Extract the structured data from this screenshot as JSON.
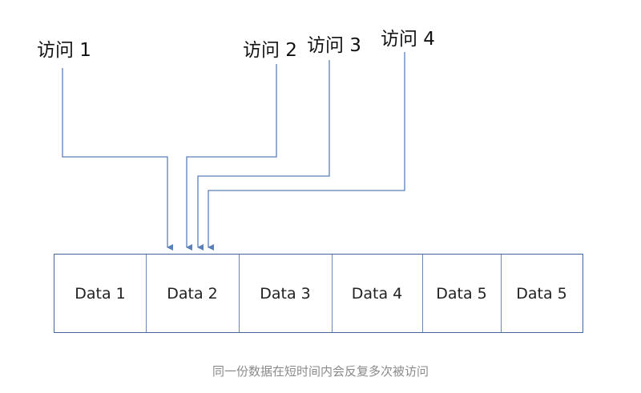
{
  "accesses": [
    {
      "label": "访问 1",
      "target": "Data 2"
    },
    {
      "label": "访问 2",
      "target": "Data 2"
    },
    {
      "label": "访问 3",
      "target": "Data 2"
    },
    {
      "label": "访问 4",
      "target": "Data 2"
    }
  ],
  "cells": [
    "Data 1",
    "Data 2",
    "Data 3",
    "Data 4",
    "Data 5",
    "Data 5"
  ],
  "caption": "同一份数据在短时间内会反复多次被访问",
  "colors": {
    "wire": "#5b7fb8",
    "border": "#44659a",
    "caption": "#8a8a8a"
  }
}
